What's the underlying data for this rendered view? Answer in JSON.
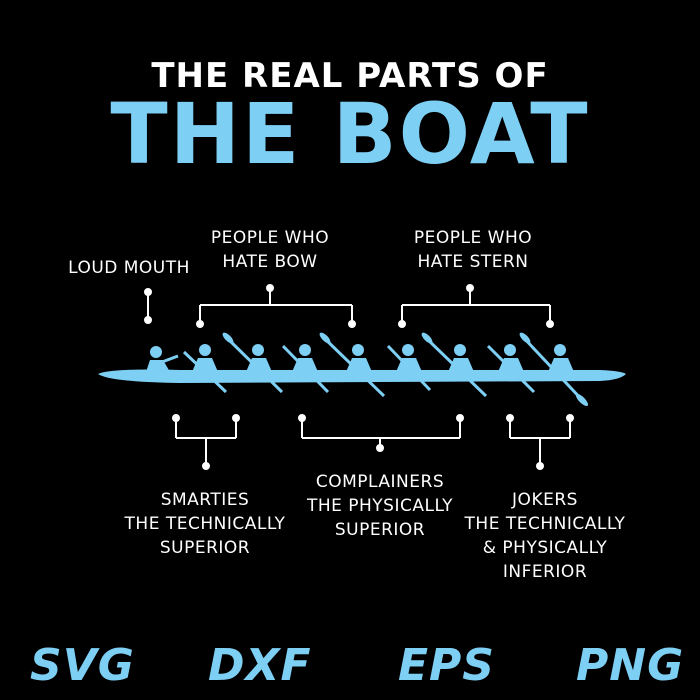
{
  "title": {
    "line1": "THE REAL PARTS OF",
    "line2": "THE BOAT"
  },
  "labels": {
    "loud_mouth": [
      "LOUD MOUTH"
    ],
    "hate_bow": [
      "PEOPLE  WHO",
      "HATE BOW"
    ],
    "hate_stern": [
      "PEOPLE  WHO",
      "HATE STERN"
    ],
    "smarties": [
      "SMARTIES",
      "THE TECHNICALLY",
      "SUPERIOR"
    ],
    "complainers": [
      "COMPLAINERS",
      "THE PHYSICALLY",
      "SUPERIOR"
    ],
    "jokers": [
      "JOKERS",
      "THE TECHNICALLY",
      "& PHYSICALLY",
      "INFERIOR"
    ]
  },
  "formats": [
    "SVG",
    "DXF",
    "EPS",
    "PNG"
  ],
  "colors": {
    "background": "#000000",
    "accent": "#7ecff4",
    "text": "#ffffff"
  }
}
